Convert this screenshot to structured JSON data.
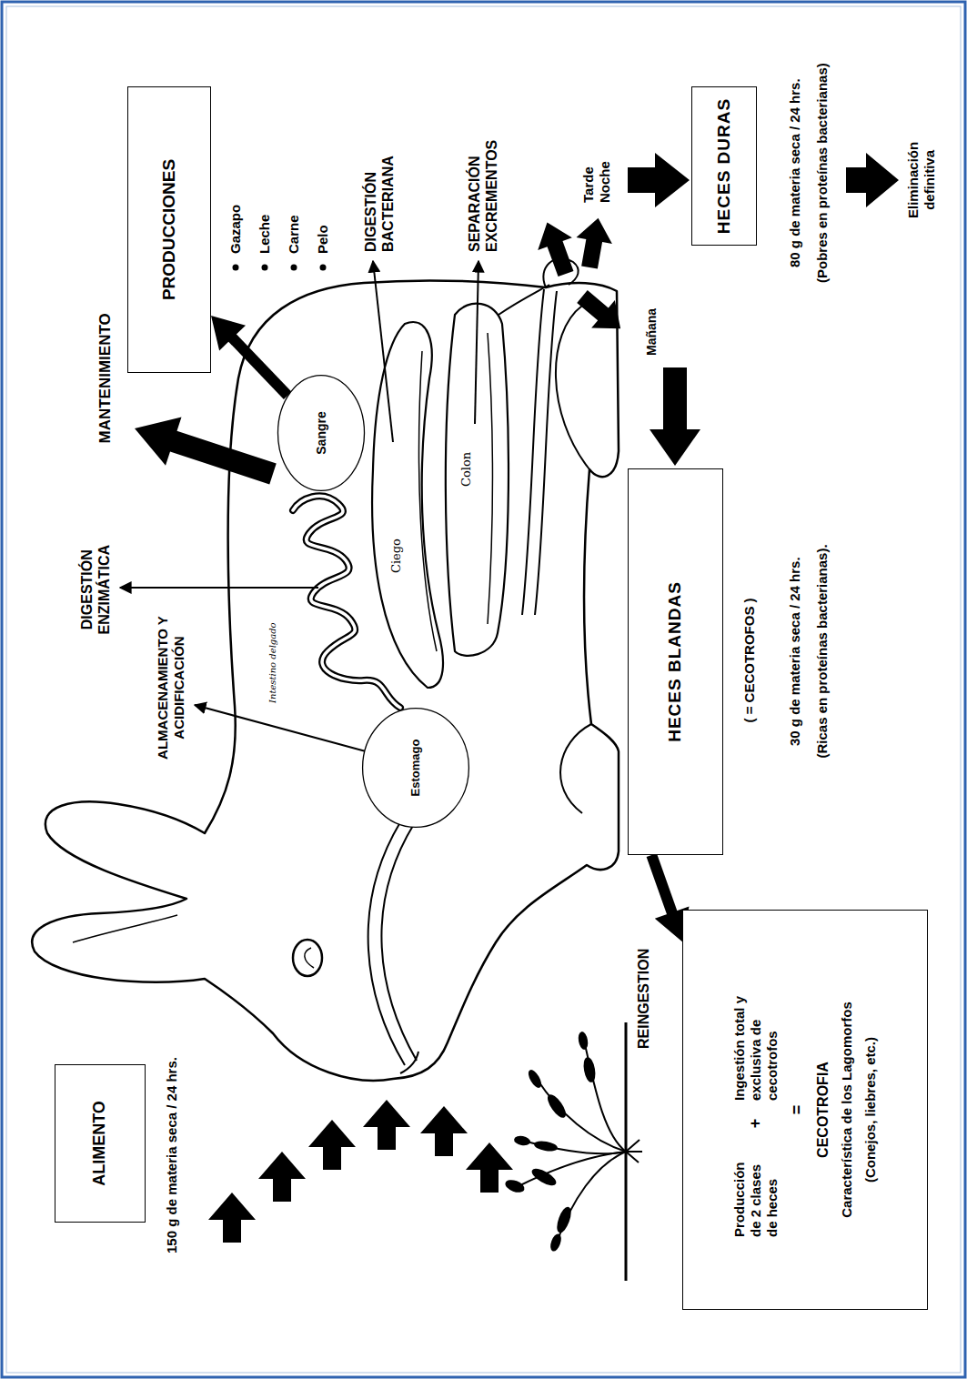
{
  "diagram": {
    "nodes": [
      {
        "text": [
          "ALIMENTO"
        ]
      },
      {
        "text": [
          "PRODUCCIONES"
        ]
      },
      {
        "text": [
          "Estomago"
        ]
      },
      {
        "text": [
          "Sangre"
        ]
      },
      {
        "text": [
          "HECES BLANDAS"
        ]
      },
      {
        "text": [
          "HECES DURAS"
        ]
      },
      {
        "text": [
          "Producción de 2 clases de heces",
          "+",
          "Ingestión total y exclusiva de cecotrofos",
          "=",
          "CECOTROFIA",
          "Característica de los Lagomorfos",
          "(Conejos, liebres, etc.)"
        ]
      }
    ],
    "edges": [
      {
        "from": 3,
        "to": 1,
        "arrow": "to"
      },
      {
        "from": 4,
        "to": 6,
        "arrow": "to"
      }
    ],
    "labels": [
      "150 g de materia seca / 24 hrs.",
      "REINGESTION",
      "ALMACENAMIENTO Y ACIDIFICACIÓN",
      "DIGESTIÓN ENZIMÁTICA",
      "Intestino delgado",
      "Ciego",
      "Colon",
      "MANTENIMIENTO",
      "Gazapo",
      "Leche",
      "Carne",
      "Pelo",
      "DIGESTIÓN BACTERIANA",
      "SEPARACIÓN EXCREMENTOS",
      "Tarde Noche",
      "Mañana",
      "( = CECOTROFOS )",
      "30 g de materia seca / 24 hrs.",
      "(Ricas en proteínas bacterianas).",
      "80 g de materia seca / 24 hrs.",
      "(Pobres en proteínas bacterianas)",
      "Eliminación definitiva"
    ]
  }
}
